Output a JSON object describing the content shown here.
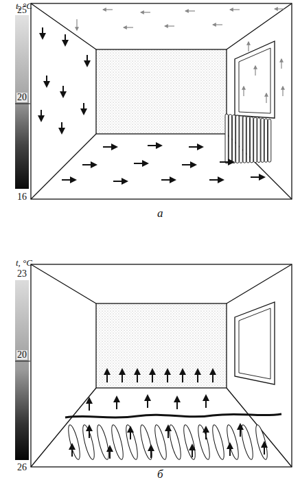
{
  "diagram": {
    "labels": [
      "t, °C",
      "25",
      "20",
      "16",
      "а",
      "t, °C",
      "23",
      "20",
      "26",
      "б"
    ]
  }
}
